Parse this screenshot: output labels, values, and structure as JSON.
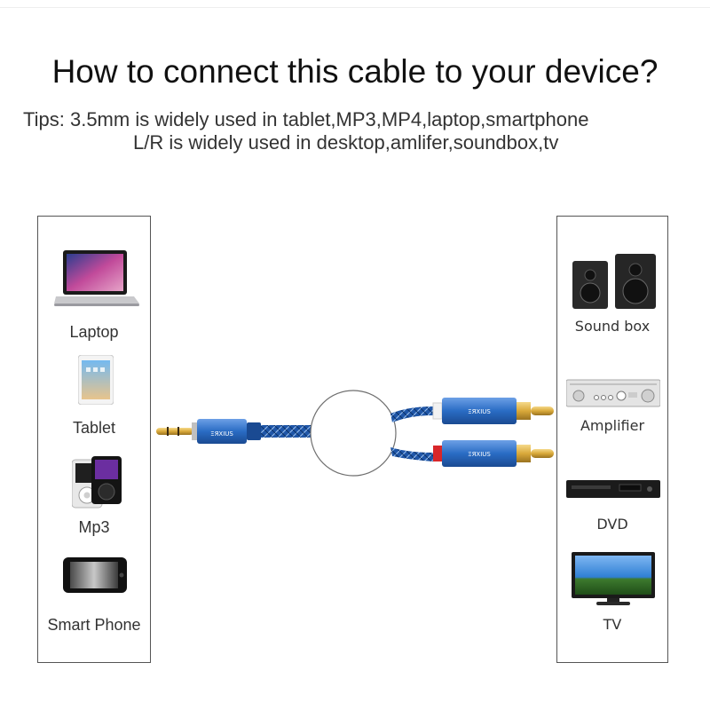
{
  "title": "How to connect this cable to your device?",
  "tips": {
    "line1": "Tips: 3.5mm is widely used in tablet,MP3,MP4,laptop,smartphone",
    "line2": "L/R is widely used in desktop,amlifer,soundbox,tv"
  },
  "left_devices": [
    {
      "label": "Laptop",
      "icon": "laptop-icon"
    },
    {
      "label": "Tablet",
      "icon": "tablet-icon"
    },
    {
      "label": "Mp3",
      "icon": "mp3-player-icon"
    },
    {
      "label": "Smart Phone",
      "icon": "smartphone-icon"
    }
  ],
  "right_devices": [
    {
      "label": "Sound box",
      "icon": "speakers-icon"
    },
    {
      "label": "Amplifier",
      "icon": "amplifier-icon"
    },
    {
      "label": "DVD",
      "icon": "dvd-player-icon"
    },
    {
      "label": "TV",
      "icon": "tv-icon"
    }
  ],
  "cable": {
    "brand_text": "ΞЯXIUS",
    "colors": {
      "sleeve": "#1f56a8",
      "connector": "#2a6cc4",
      "gold": "#d9a93a",
      "white_ring": "#f2f2f2",
      "red_ring": "#d8262a"
    }
  }
}
